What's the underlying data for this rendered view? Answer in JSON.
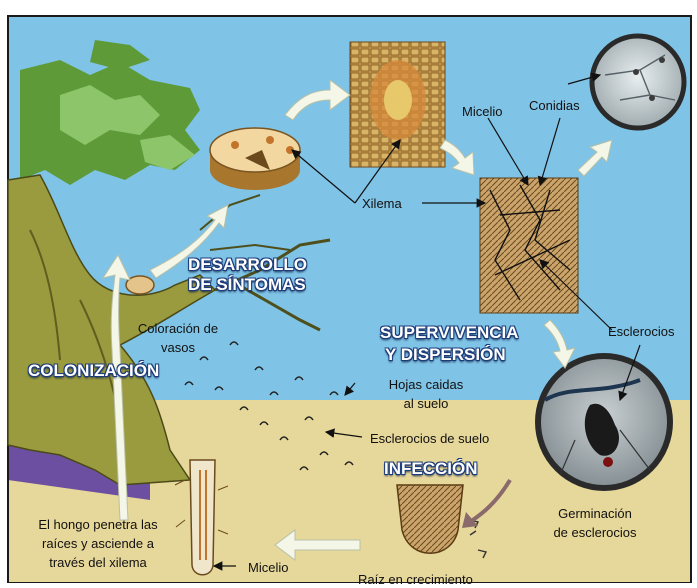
{
  "stages": {
    "colonization": "COLONIZACIÓN",
    "symptoms_line1": "DESARROLLO",
    "symptoms_line2": "DE SÍNTOMAS",
    "survival_line1": "SUPERVIVENCIA",
    "survival_line2": "Y DISPERSIÓN",
    "infection": "INFECCIÓN"
  },
  "labels": {
    "xilema": "Xilema",
    "micelio_top": "Micelio",
    "conidias": "Conidias",
    "esclerocios": "Esclerocios",
    "coloracion_line1": "Coloración de",
    "coloracion_line2": "vasos",
    "hojas_line1": "Hojas caidas",
    "hojas_line2": "al suelo",
    "esclerocios_suelo": "Esclerocios de suelo",
    "germinacion_line1": "Germinación",
    "germinacion_line2": "de esclerocios",
    "hongo_line1": "El hongo penetra las",
    "hongo_line2": "raíces y asciende a",
    "hongo_line3": "través del xilema",
    "micelio_bottom": "Micelio",
    "raiz": "Raíz en crecimiento"
  },
  "colors": {
    "sky": "#7fc3e6",
    "soil": "#e6d79a",
    "trunk": "#9a9a3e",
    "foliage": "#5e9b38",
    "stage_text": "#ffffff",
    "stage_outline": "#1d3c7a",
    "arrow": "#f4f7e8"
  }
}
